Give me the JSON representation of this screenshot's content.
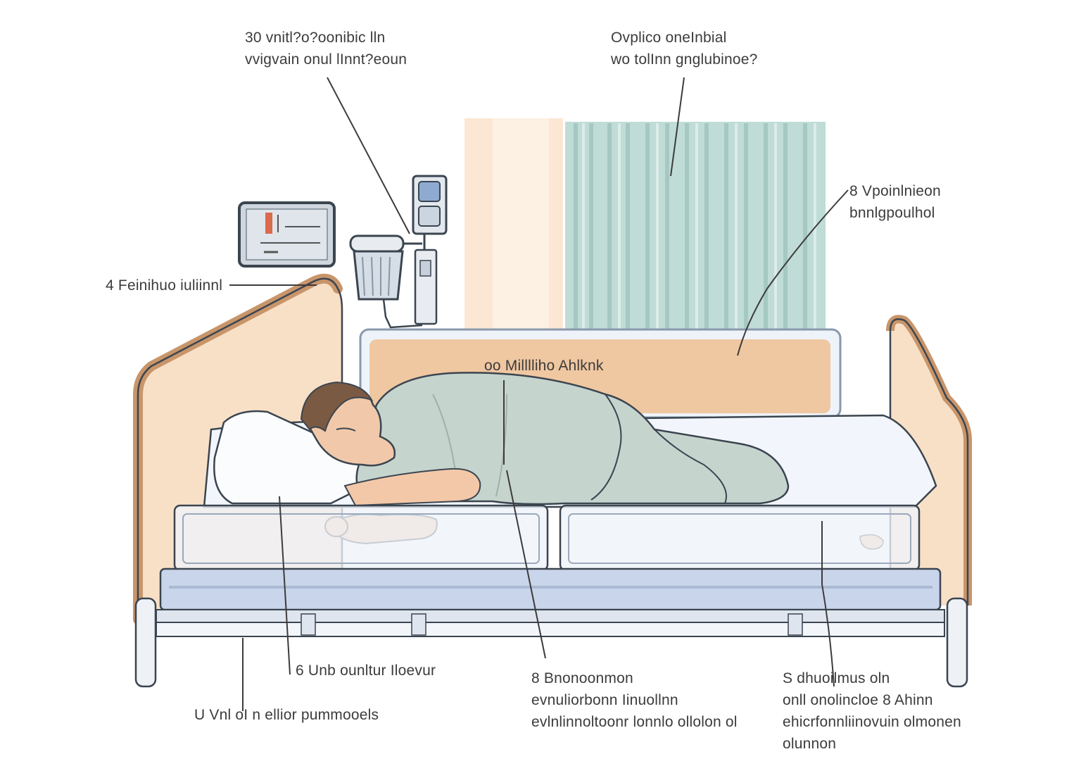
{
  "callouts": {
    "top_left": [
      "30 vnitl?o?oonibic lln",
      "vvigvain onul lInnt?eoun"
    ],
    "top_right": [
      "Ovplico oneInbial",
      "wo tolInn gnglubinoe?"
    ],
    "right_upper": [
      "8 Vpoinlnieon",
      "bnnlgpoulhol"
    ],
    "left_mid": [
      "4 Feinihuo iuliinnl"
    ],
    "headboard_panel": [
      "oo Milllliho Ahlknk"
    ],
    "bottom_left_upper": [
      "6 Unb ounltur Iloevur"
    ],
    "bottom_left_lower": [
      "U Vnl oI n ellior pummooels"
    ],
    "bottom_center": [
      "8 Bnonoonmon",
      "evnuliorbonn Iinuollnn",
      "evlnlinnoltoonr lonnlo ollolon ol"
    ],
    "bottom_right": [
      "S dhuoilmus oln",
      "onll onolincloe 8 Ahinn",
      "ehicrfonnliinovuin olmonen",
      "olunnon"
    ]
  },
  "colors": {
    "bed_frame_wood": "#c8956a",
    "bed_panel": "#f9e2c9",
    "curtain": "#bcd9d3",
    "gown": "#c4d2cc",
    "mattress_base": "#c9d5ea",
    "text": "#3d3b3b"
  }
}
